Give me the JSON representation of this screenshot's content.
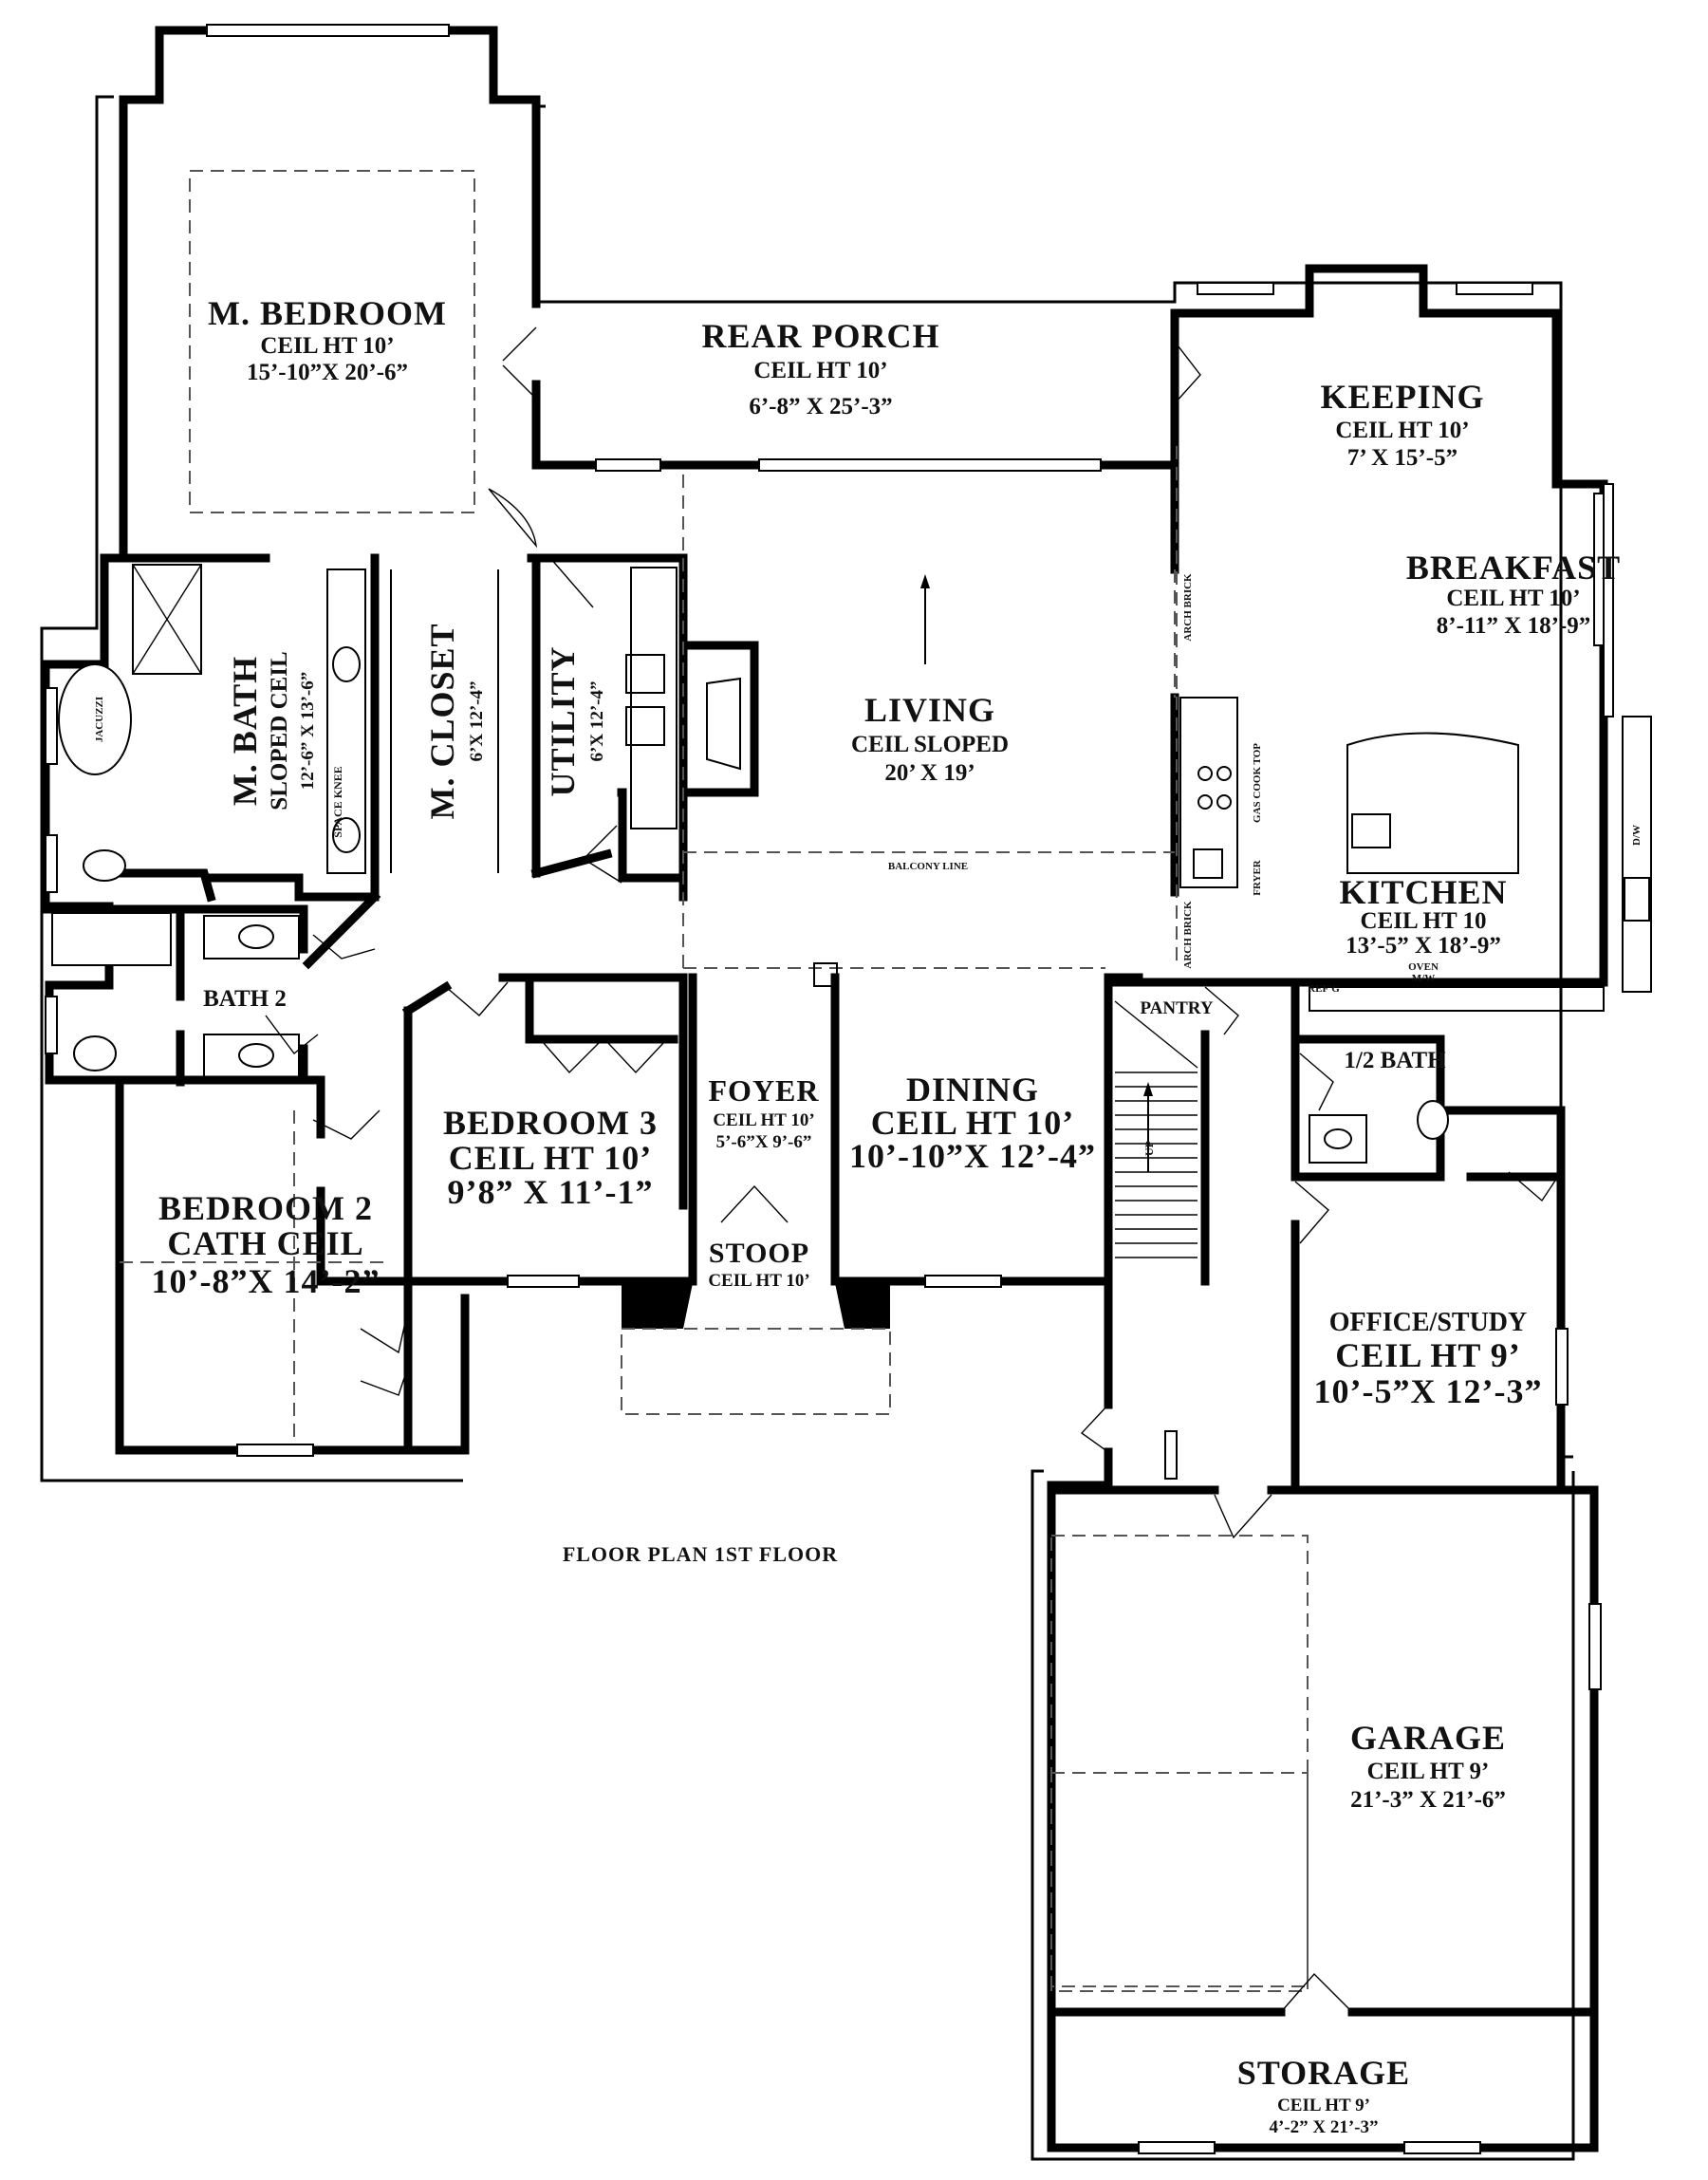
{
  "plan_title": "FLOOR PLAN 1ST FLOOR",
  "rooms": {
    "master_bedroom": {
      "name": "M. BEDROOM",
      "ceiling": "CEIL HT 10’",
      "size": "15’-10”X 20’-6”"
    },
    "rear_porch": {
      "name": "REAR PORCH",
      "ceiling": "CEIL HT 10’",
      "size": "6’-8” X 25’-3”"
    },
    "keeping": {
      "name": "KEEPING",
      "ceiling": "CEIL HT 10’",
      "size": "7’ X 15’-5”"
    },
    "breakfast": {
      "name": "BREAKFAST",
      "ceiling": "CEIL HT 10’",
      "size": "8’-11” X 18’-9”"
    },
    "living": {
      "name": "LIVING",
      "ceiling": "CEIL SLOPED",
      "size": "20’ X 19’"
    },
    "kitchen": {
      "name": "KITCHEN",
      "ceiling": "CEIL HT 10",
      "size": "13’-5” X 18’-9”"
    },
    "master_bath": {
      "name": "M. BATH",
      "ceiling": "SLOPED CEIL",
      "size": "12’-6” X 13’-6”"
    },
    "master_closet": {
      "name": "M. CLOSET",
      "size": "6’X 12’-4”"
    },
    "utility": {
      "name": "UTILITY",
      "size": "6’X 12’-4”"
    },
    "bath2": {
      "name": "BATH 2"
    },
    "bedroom3": {
      "name": "BEDROOM 3",
      "ceiling": "CEIL HT 10’",
      "size": "9’8” X 11’-1”"
    },
    "foyer": {
      "name": "FOYER",
      "ceiling": "CEIL HT 10’",
      "size": "5’-6”X 9’-6”"
    },
    "dining": {
      "name": "DINING",
      "ceiling": "CEIL HT 10’",
      "size": "10’-10”X 12’-4”"
    },
    "pantry": {
      "name": "PANTRY"
    },
    "half_bath": {
      "name": "1/2 BATH"
    },
    "bedroom2": {
      "name": "BEDROOM 2",
      "ceiling": "CATH CEIL",
      "size": "10’-8”X 14’-2”"
    },
    "stoop": {
      "name": "STOOP",
      "ceiling": "CEIL HT 10’"
    },
    "office": {
      "name": "OFFICE/STUDY",
      "ceiling": "CEIL HT 9’",
      "size": "10’-5”X 12’-3”"
    },
    "garage": {
      "name": "GARAGE",
      "ceiling": "CEIL HT 9’",
      "size": "21’-3” X 21’-6”"
    },
    "storage": {
      "name": "STORAGE",
      "ceiling": "CEIL HT 9’",
      "size": "4’-2” X 21’-3”"
    }
  },
  "notes": {
    "balcony": "BALCONY LINE",
    "arch_brick": "ARCH BRICK",
    "gas_cook_top": "GAS COOK TOP",
    "fryer": "FRYER",
    "refg": "REF'G",
    "oven": "OVEN",
    "mw": "M/W",
    "dw": "D/W",
    "space_knee": "SPACE KNEE",
    "jacuzzi": "JACUZZI",
    "up": "UP"
  }
}
